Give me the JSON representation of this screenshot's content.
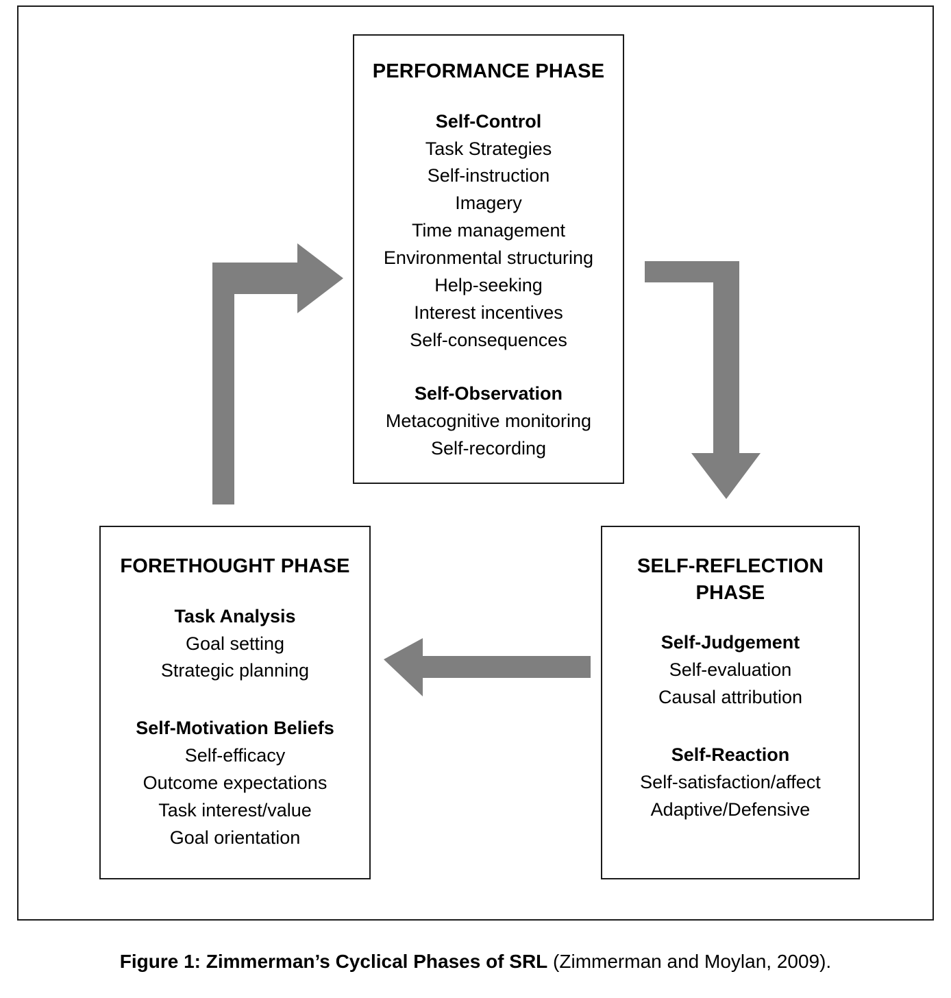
{
  "figure": {
    "caption_bold": "Figure 1: Zimmerman’s Cyclical Phases of SRL",
    "caption_normal": " (Zimmerman and Moylan, 2009)."
  },
  "colors": {
    "arrow_gray": "#7f7f7f",
    "border_black": "#1a1a1a",
    "background": "#ffffff",
    "text": "#000000"
  },
  "phases": {
    "performance": {
      "title": "PERFORMANCE PHASE",
      "groups": [
        {
          "heading": "Self-Control",
          "items": [
            "Task Strategies",
            "Self-instruction",
            "Imagery",
            "Time management",
            "Environmental structuring",
            "Help-seeking",
            "Interest incentives",
            "Self-consequences"
          ]
        },
        {
          "heading": "Self-Observation",
          "items": [
            "Metacognitive monitoring",
            "Self-recording"
          ]
        }
      ]
    },
    "forethought": {
      "title": "FORETHOUGHT PHASE",
      "groups": [
        {
          "heading": "Task Analysis",
          "items": [
            "Goal setting",
            "Strategic planning"
          ]
        },
        {
          "heading": "Self-Motivation Beliefs",
          "items": [
            "Self-efficacy",
            "Outcome expectations",
            "Task interest/value",
            "Goal orientation"
          ]
        }
      ]
    },
    "self_reflection": {
      "title_line_1": "SELF-REFLECTION",
      "title_line_2": "PHASE",
      "groups": [
        {
          "heading": "Self-Judgement",
          "items": [
            "Self-evaluation",
            "Causal attribution"
          ]
        },
        {
          "heading": "Self-Reaction",
          "items": [
            "Self-satisfaction/affect",
            "Adaptive/Defensive"
          ]
        }
      ]
    }
  },
  "arrows": [
    {
      "name": "arrow-forethought-to-performance",
      "from": "Forethought Phase",
      "to": "Performance Phase",
      "direction": "up-then-right"
    },
    {
      "name": "arrow-performance-to-self-reflection",
      "from": "Performance Phase",
      "to": "Self-Reflection Phase",
      "direction": "right-then-down"
    },
    {
      "name": "arrow-self-reflection-to-forethought",
      "from": "Self-Reflection Phase",
      "to": "Forethought Phase",
      "direction": "left"
    }
  ]
}
